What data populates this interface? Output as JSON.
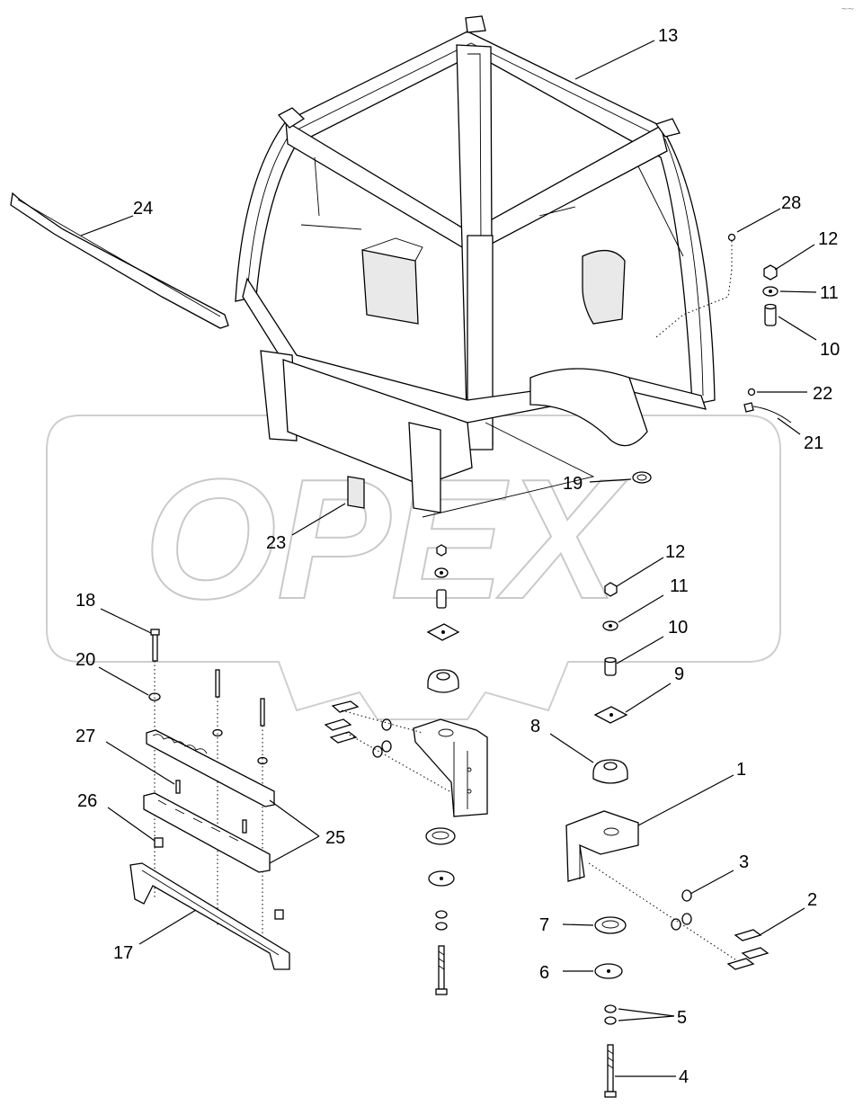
{
  "watermark": {
    "text": "OPEX"
  },
  "corner_mark": "~~",
  "callouts": [
    {
      "id": "c13",
      "text": "13"
    },
    {
      "id": "c24",
      "text": "24"
    },
    {
      "id": "c28",
      "text": "28"
    },
    {
      "id": "c12a",
      "text": "12"
    },
    {
      "id": "c11a",
      "text": "11"
    },
    {
      "id": "c10a",
      "text": "10"
    },
    {
      "id": "c22",
      "text": "22"
    },
    {
      "id": "c21",
      "text": "21"
    },
    {
      "id": "c19",
      "text": "19"
    },
    {
      "id": "c23",
      "text": "23"
    },
    {
      "id": "c12b",
      "text": "12"
    },
    {
      "id": "c11b",
      "text": "11"
    },
    {
      "id": "c10b",
      "text": "10"
    },
    {
      "id": "c9",
      "text": "9"
    },
    {
      "id": "c8",
      "text": "8"
    },
    {
      "id": "c1",
      "text": "1"
    },
    {
      "id": "c3",
      "text": "3"
    },
    {
      "id": "c2",
      "text": "2"
    },
    {
      "id": "c7",
      "text": "7"
    },
    {
      "id": "c6",
      "text": "6"
    },
    {
      "id": "c5",
      "text": "5"
    },
    {
      "id": "c4",
      "text": "4"
    },
    {
      "id": "c18",
      "text": "18"
    },
    {
      "id": "c20",
      "text": "20"
    },
    {
      "id": "c27",
      "text": "27"
    },
    {
      "id": "c25",
      "text": "25"
    },
    {
      "id": "c26",
      "text": "26"
    },
    {
      "id": "c17",
      "text": "17"
    }
  ]
}
